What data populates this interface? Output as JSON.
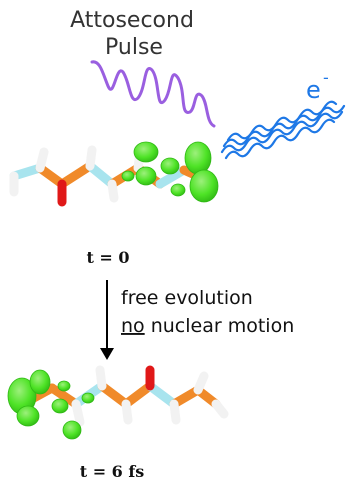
{
  "pulse_label": {
    "line1": "Attosecond",
    "line2": "Pulse"
  },
  "electron_label": {
    "base": "e",
    "sup": "-"
  },
  "time_start": "t = 0",
  "time_end": "t = 6 fs",
  "evolution": {
    "line1": "free evolution",
    "line2_underlined": "no",
    "line2_rest": " nuclear motion"
  },
  "colors": {
    "pulse_wave": "#9a5fe0",
    "electron_wave": "#1e78e6",
    "carbon": "#f08a2a",
    "nitrogen": "#a8e4ee",
    "oxygen": "#e01818",
    "hydrogen": "#f2f2f2",
    "hole_density": "#4ee326",
    "arrow": "#000000"
  },
  "icons": {
    "pulse": "wavy-photon-pulse",
    "electron": "wavy-electron-waves",
    "arrow": "down-arrow"
  }
}
